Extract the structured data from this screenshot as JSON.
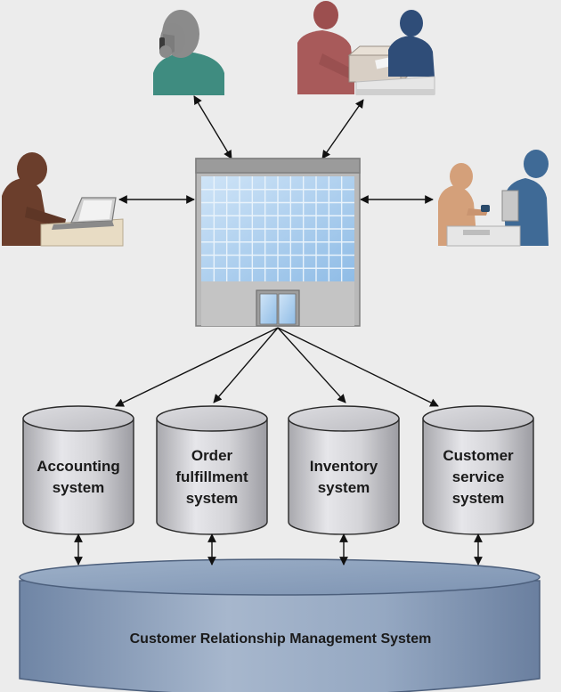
{
  "systems": [
    {
      "label": "Accounting\nsystem"
    },
    {
      "label": "Order\nfulfillment\nsystem"
    },
    {
      "label": "Inventory\nsystem"
    },
    {
      "label": "Customer\nservice\nsystem"
    }
  ],
  "crm": {
    "label": "Customer Relationship Management System"
  },
  "icons": {
    "phone_user": "person-on-phone-icon",
    "shipping_counter": "shipping-counter-icon",
    "laptop_user": "person-at-laptop-icon",
    "retail_checkout": "retail-checkout-icon",
    "company": "office-building-icon",
    "database": "database-cylinder-icon"
  },
  "colors": {
    "background": "#ececec",
    "building_glass": "#a9cdee",
    "building_frame": "#9b9b9b",
    "cylinder_gray": "#c9c9cc",
    "crm_blue": "#8fa3bf",
    "person_teal": "#3f8c80",
    "person_red": "#a85a5a",
    "person_navy": "#2f4d78",
    "person_brown": "#6b3e2c",
    "person_tan": "#d4a07a",
    "person_blue": "#3f6a96",
    "desk_beige": "#e8dcc4"
  }
}
